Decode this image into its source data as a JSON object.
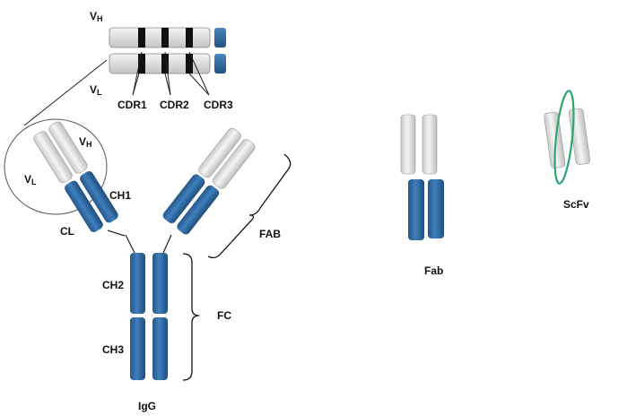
{
  "labels": {
    "vh_top": "V",
    "vh_top_sub": "H",
    "vl_top": "V",
    "vl_top_sub": "L",
    "cdr1": "CDR1",
    "cdr2": "CDR2",
    "cdr3": "CDR3",
    "vh_arm": "V",
    "vh_arm_sub": "H",
    "vl_arm": "V",
    "vl_arm_sub": "L",
    "ch1": "CH1",
    "cl": "CL",
    "fab_bracket": "FAB",
    "ch2": "CH2",
    "ch3": "CH3",
    "fc_bracket": "FC",
    "igg": "IgG",
    "fab": "Fab",
    "scfv": "ScFv"
  },
  "colors": {
    "constant_domain": "#2f6aa3",
    "variable_domain": "#e6e6e6",
    "cdr_band": "#111111",
    "linker": "#2aa86b",
    "outline": "#666666"
  }
}
